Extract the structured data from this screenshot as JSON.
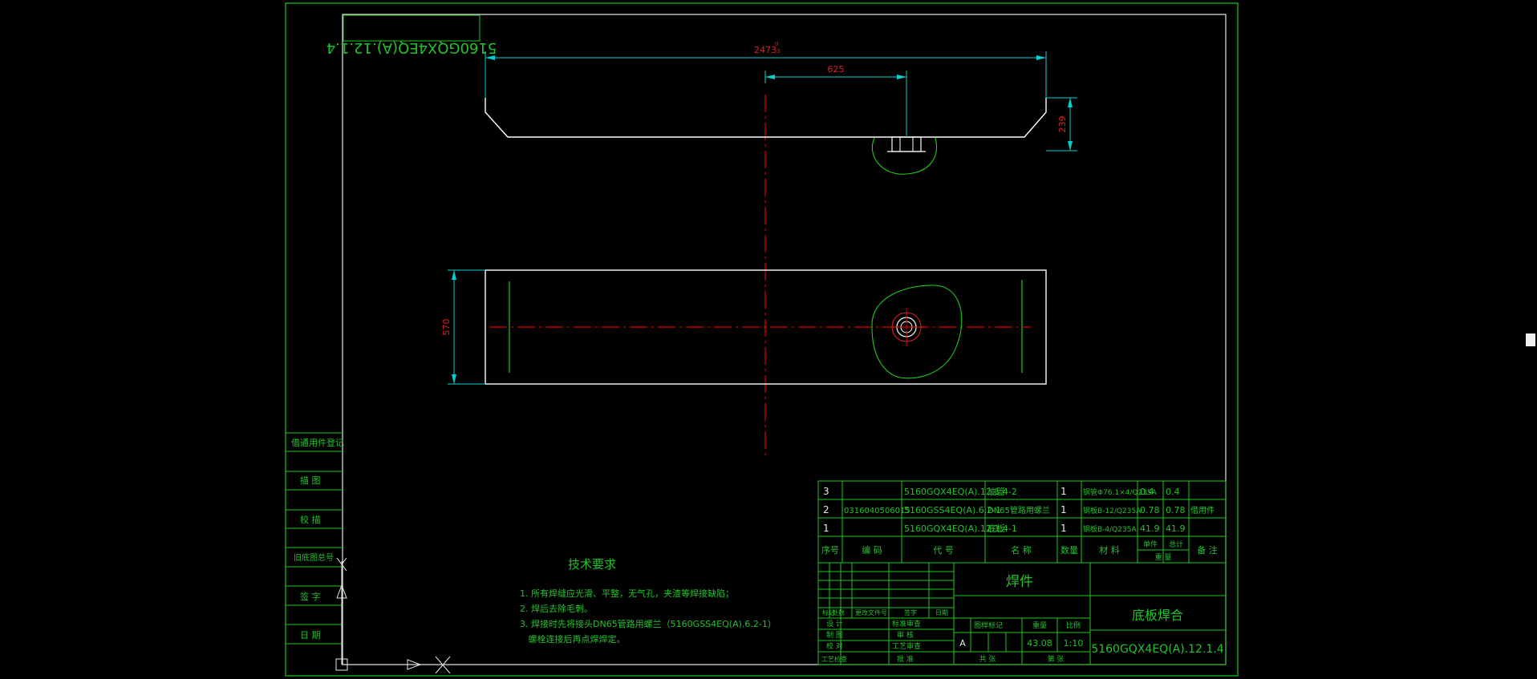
{
  "colors": {
    "frame": "#1fc91f",
    "part": "#ffffff",
    "dimension": "#00d0d0",
    "centerline": "#e00000",
    "dim_text_red": "#e02020",
    "text_green": "#22c22c"
  },
  "title_stamp_mirrored": "5160GQX4EQ(A).12.1.4",
  "dims": {
    "total_length": "2473",
    "total_length_tol": "0\n-3",
    "offset": "625",
    "height": "239",
    "width": "570"
  },
  "left_strip": {
    "l1": "借通用件登记",
    "l2": "描 图",
    "l3": "校 描",
    "l4": "旧底图总号",
    "l5": "签 字",
    "l6": "日 期"
  },
  "tech": {
    "title": "技术要求",
    "items": [
      "1. 所有焊缝应光滑、平整，无气孔，夹渣等焊接缺陷；",
      "2. 焊后去除毛刺。",
      "3. 焊接时先将接头DN65管路用螺兰（5160GSS4EQ(A).6.2-1）",
      "   螺栓连接后再点焊焊定。"
    ]
  },
  "bom": {
    "rows": [
      {
        "no": "3",
        "code": "",
        "drawing": "5160GQX4EQ(A).12.1.4-2",
        "name": "油管",
        "qty": "1",
        "material": "钢管Φ76.1×4/Q235A",
        "unit": "0.4",
        "total": "0.4",
        "note": ""
      },
      {
        "no": "2",
        "code": "0316040506015",
        "drawing": "5160GSS4EQ(A).6.2-1",
        "name": "DN65管路用螺兰",
        "qty": "1",
        "material": "钢板B-12/Q235A",
        "unit": "0.78",
        "total": "0.78",
        "note": "借用件"
      },
      {
        "no": "1",
        "code": "",
        "drawing": "5160GQX4EQ(A).12.1.4-1",
        "name": "底板",
        "qty": "1",
        "material": "钢板B-4/Q235A",
        "unit": "41.9",
        "total": "41.9",
        "note": ""
      }
    ],
    "headers": {
      "no": "序号",
      "code": "编 码",
      "drawing": "代 号",
      "name": "名 称",
      "qty": "数量",
      "material": "材 料",
      "unit": "单件",
      "total": "总计",
      "weight": "重 量",
      "note": "备 注"
    }
  },
  "title_block": {
    "type": "焊件",
    "part_name": "底板焊合",
    "drawing_no": "5160GQX4EQ(A).12.1.4",
    "mark": "A",
    "weight": "43.08",
    "scale": "1:10",
    "labels": {
      "stage_mark": "图样标记",
      "weight": "重量",
      "scale": "比例",
      "sheet_total": "共 张",
      "sheet_no": "第 张",
      "biaoji": "标记",
      "chushu": "处数",
      "file_no": "更改文件号",
      "sign": "签字",
      "date": "日期",
      "design": "设 计",
      "draw": "制 图",
      "check": "校 对",
      "review": "审 核",
      "tech": "工艺审查",
      "std": "标准审查",
      "approve": "批 准",
      "craft": "工艺检查"
    }
  }
}
